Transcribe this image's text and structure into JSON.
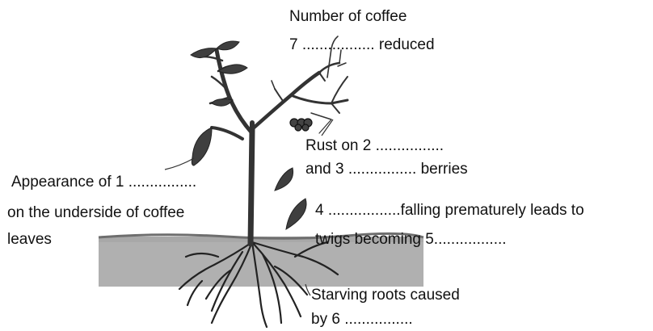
{
  "labels": {
    "top_line1": "Number of coffee",
    "top_line2": "7 ................. reduced",
    "rust_line1": "Rust on 2 ................",
    "rust_line2": "and 3 ................ berries",
    "left_line1": "Appearance of 1 ................",
    "left_line2": "on the underside of coffee",
    "left_line3": "leaves",
    "right_line1": "4 .................falling prematurely leads to",
    "right_line2": "twigs becoming 5.................",
    "roots_line1": "Starving roots caused",
    "roots_line2": "by 6 ................"
  },
  "icons": {
    "plant": "coffee-plant-icon",
    "soil": "soil-icon",
    "leaf": "leaf-icon",
    "berries": "berries-icon"
  },
  "colors": {
    "ink": "#111111",
    "leaf": "#3a3a3a",
    "soil": "#9a9a9a"
  }
}
